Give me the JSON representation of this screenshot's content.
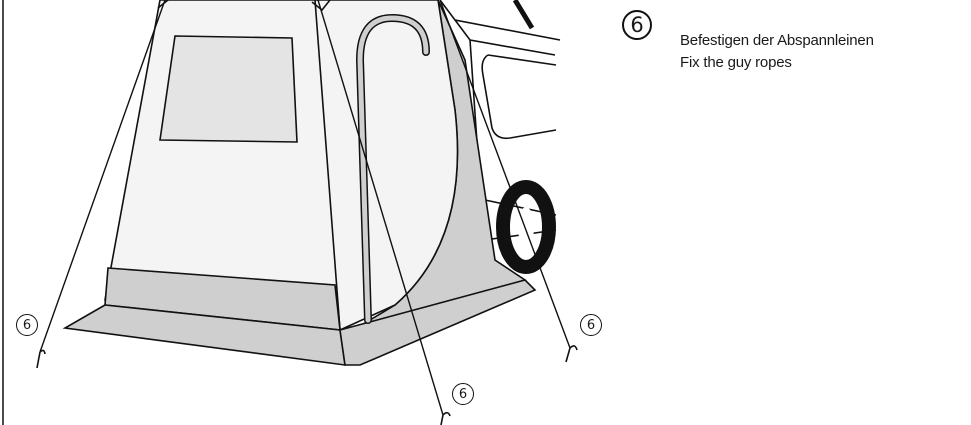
{
  "instruction": {
    "step_number": "6",
    "text_de": "Befestigen der Abspannleinen",
    "text_en": "Fix the guy ropes"
  },
  "callouts": [
    "6",
    "6",
    "6"
  ],
  "colors": {
    "line": "#111111",
    "panel_grey": "#cfcfcf",
    "window_grey": "#e4e4e4",
    "tent_body": "#f4f4f4"
  }
}
